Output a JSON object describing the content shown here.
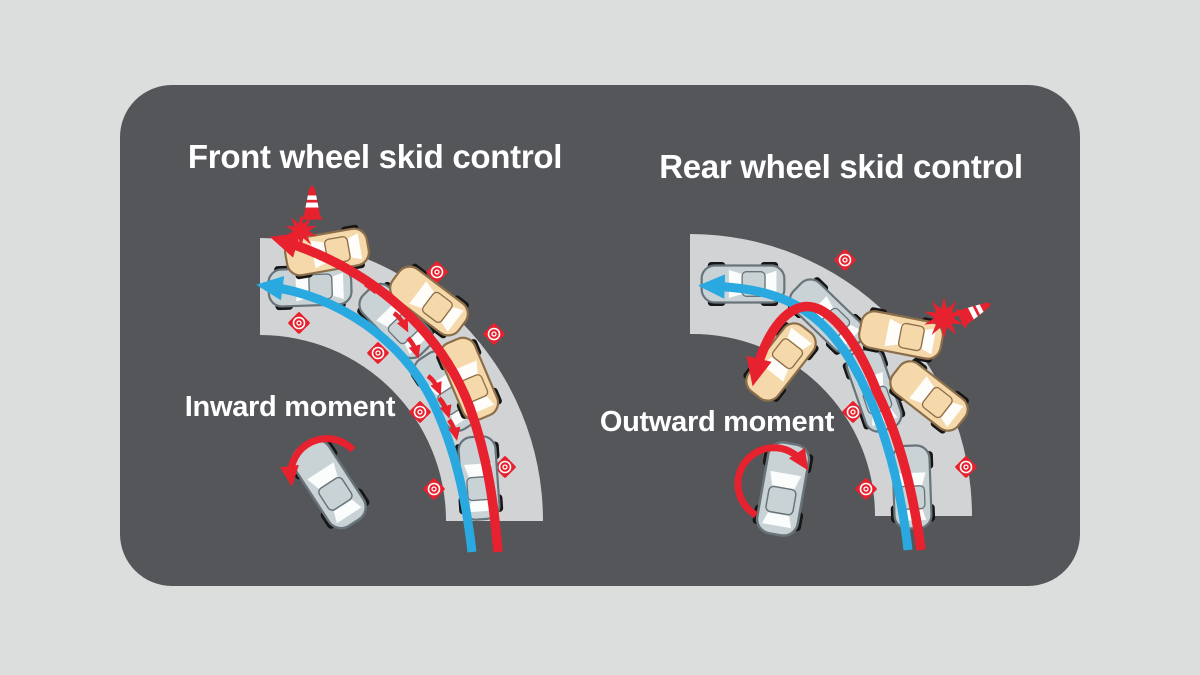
{
  "panels": [
    {
      "title": "Front wheel skid control",
      "moment_label": "Inward moment",
      "skid_car_count": 3,
      "controlled_car_count": 4,
      "track_marker_count": 7
    },
    {
      "title": "Rear wheel skid control",
      "moment_label": "Outward moment",
      "skid_car_count": 3,
      "controlled_car_count": 4,
      "track_marker_count": 4
    }
  ],
  "colors": {
    "background": "#dcdddd",
    "panel": "#54565a",
    "road": "#d2d3d5",
    "skid_arrow": "#e8212e",
    "controlled_arrow": "#2aa9e0",
    "skid_car_body": "#f6d9ab",
    "skid_car_outline": "#8c6f4a",
    "controlled_car_body": "#c9d3d6",
    "controlled_car_outline": "#68747a",
    "wheel": "#161616",
    "text": "#ffffff"
  },
  "icons": {
    "traffic_cone": "striped-traffic-cone",
    "crash_star": "red-starburst",
    "track_marker": "bullseye-diamond",
    "skid_path": "red-arrow",
    "controlled_path": "blue-arrow",
    "yaw_arrow": "curved-red-arrow"
  }
}
